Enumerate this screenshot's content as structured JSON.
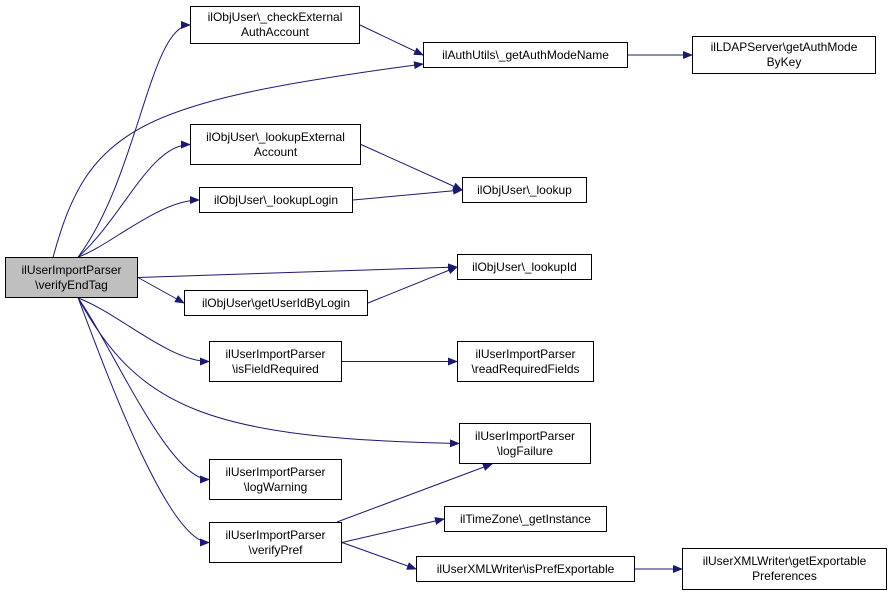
{
  "colors": {
    "edge": "#191970",
    "node_border": "#000000",
    "root_fill": "#bfbfbf",
    "node_fill": "#ffffff"
  },
  "nodes": {
    "root": {
      "line1": "ilUserImportParser",
      "line2": "\\verifyEndTag"
    },
    "check_external": {
      "line1": "ilObjUser\\_checkExternal",
      "line2": "AuthAccount"
    },
    "get_auth_mode_name": {
      "line1": "ilAuthUtils\\_getAuthModeName"
    },
    "ldap_get_auth_mode": {
      "line1": "ilLDAPServer\\getAuthMode",
      "line2": "ByKey"
    },
    "lookup_external": {
      "line1": "ilObjUser\\_lookupExternal",
      "line2": "Account"
    },
    "lookup": {
      "line1": "ilObjUser\\_lookup"
    },
    "lookup_login": {
      "line1": "ilObjUser\\_lookupLogin"
    },
    "lookup_id": {
      "line1": "ilObjUser\\_lookupId"
    },
    "get_user_id_by_login": {
      "line1": "ilObjUser\\getUserIdByLogin"
    },
    "is_field_required": {
      "line1": "ilUserImportParser",
      "line2": "\\isFieldRequired"
    },
    "read_required_fields": {
      "line1": "ilUserImportParser",
      "line2": "\\readRequiredFields"
    },
    "log_failure": {
      "line1": "ilUserImportParser",
      "line2": "\\logFailure"
    },
    "log_warning": {
      "line1": "ilUserImportParser",
      "line2": "\\logWarning"
    },
    "verify_pref": {
      "line1": "ilUserImportParser",
      "line2": "\\verifyPref"
    },
    "timezone_get_instance": {
      "line1": "ilTimeZone\\_getInstance"
    },
    "is_pref_exportable": {
      "line1": "ilUserXMLWriter\\isPrefExportable"
    },
    "get_exportable_prefs": {
      "line1": "ilUserXMLWriter\\getExportable",
      "line2": "Preferences"
    }
  },
  "edges": [
    [
      "root",
      "check_external"
    ],
    [
      "root",
      "get_auth_mode_name"
    ],
    [
      "root",
      "lookup_external"
    ],
    [
      "root",
      "lookup_login"
    ],
    [
      "root",
      "lookup_id"
    ],
    [
      "root",
      "get_user_id_by_login"
    ],
    [
      "root",
      "is_field_required"
    ],
    [
      "root",
      "log_failure"
    ],
    [
      "root",
      "log_warning"
    ],
    [
      "root",
      "verify_pref"
    ],
    [
      "check_external",
      "get_auth_mode_name"
    ],
    [
      "get_auth_mode_name",
      "ldap_get_auth_mode"
    ],
    [
      "lookup_external",
      "lookup"
    ],
    [
      "lookup_login",
      "lookup"
    ],
    [
      "get_user_id_by_login",
      "lookup_id"
    ],
    [
      "is_field_required",
      "read_required_fields"
    ],
    [
      "verify_pref",
      "log_failure"
    ],
    [
      "verify_pref",
      "timezone_get_instance"
    ],
    [
      "verify_pref",
      "is_pref_exportable"
    ],
    [
      "is_pref_exportable",
      "get_exportable_prefs"
    ]
  ]
}
